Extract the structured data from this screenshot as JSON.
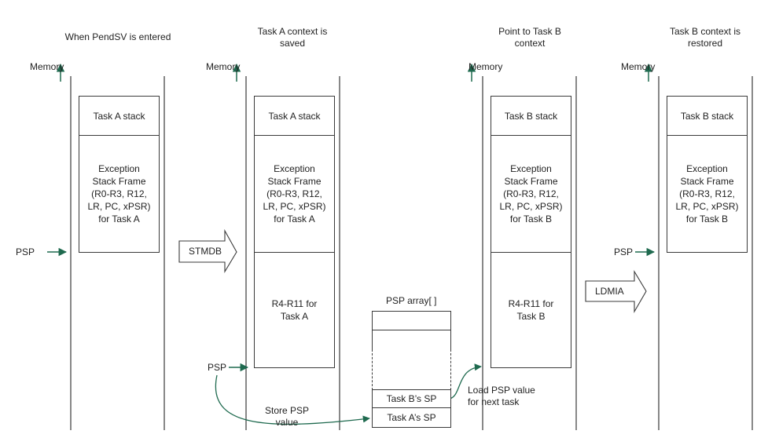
{
  "panels": [
    {
      "heading": "When PendSV is entered",
      "memory_label": "Memory",
      "top_block": "Task A stack",
      "frame_block": "Exception\nStack Frame\n(R0-R3, R12,\nLR, PC, xPSR)\nfor Task A",
      "psp_label": "PSP"
    },
    {
      "heading": "Task A context is\nsaved",
      "memory_label": "Memory",
      "top_block": "Task A stack",
      "frame_block": "Exception\nStack Frame\n(R0-R3, R12,\nLR, PC, xPSR)\nfor Task A",
      "regs_block": "R4-R11 for\nTask A",
      "psp_label": "PSP"
    },
    {
      "heading": "Point to Task B\ncontext",
      "memory_label": "Memory",
      "top_block": "Task B stack",
      "frame_block": "Exception\nStack Frame\n(R0-R3, R12,\nLR, PC, xPSR)\nfor Task B",
      "regs_block": "R4-R11 for\nTask B"
    },
    {
      "heading": "Task B context is\nrestored",
      "memory_label": "Memory",
      "top_block": "Task B stack",
      "frame_block": "Exception\nStack Frame\n(R0-R3, R12,\nLR, PC, xPSR)\nfor Task B",
      "psp_label": "PSP"
    }
  ],
  "arrows": {
    "stmdb": "STMDB",
    "ldmia": "LDMIA"
  },
  "psp_array": {
    "title": "PSP array[ ]",
    "task_b_sp": "Task B’s SP",
    "task_a_sp": "Task A’s SP"
  },
  "annotations": {
    "store_psp": "Store PSP\nvalue",
    "load_psp": "Load PSP value\nfor next task"
  },
  "colors": {
    "line": "#3a3a3a",
    "arrow_fill": "#ffffff",
    "psp_arrow": "#1f6a4f"
  }
}
